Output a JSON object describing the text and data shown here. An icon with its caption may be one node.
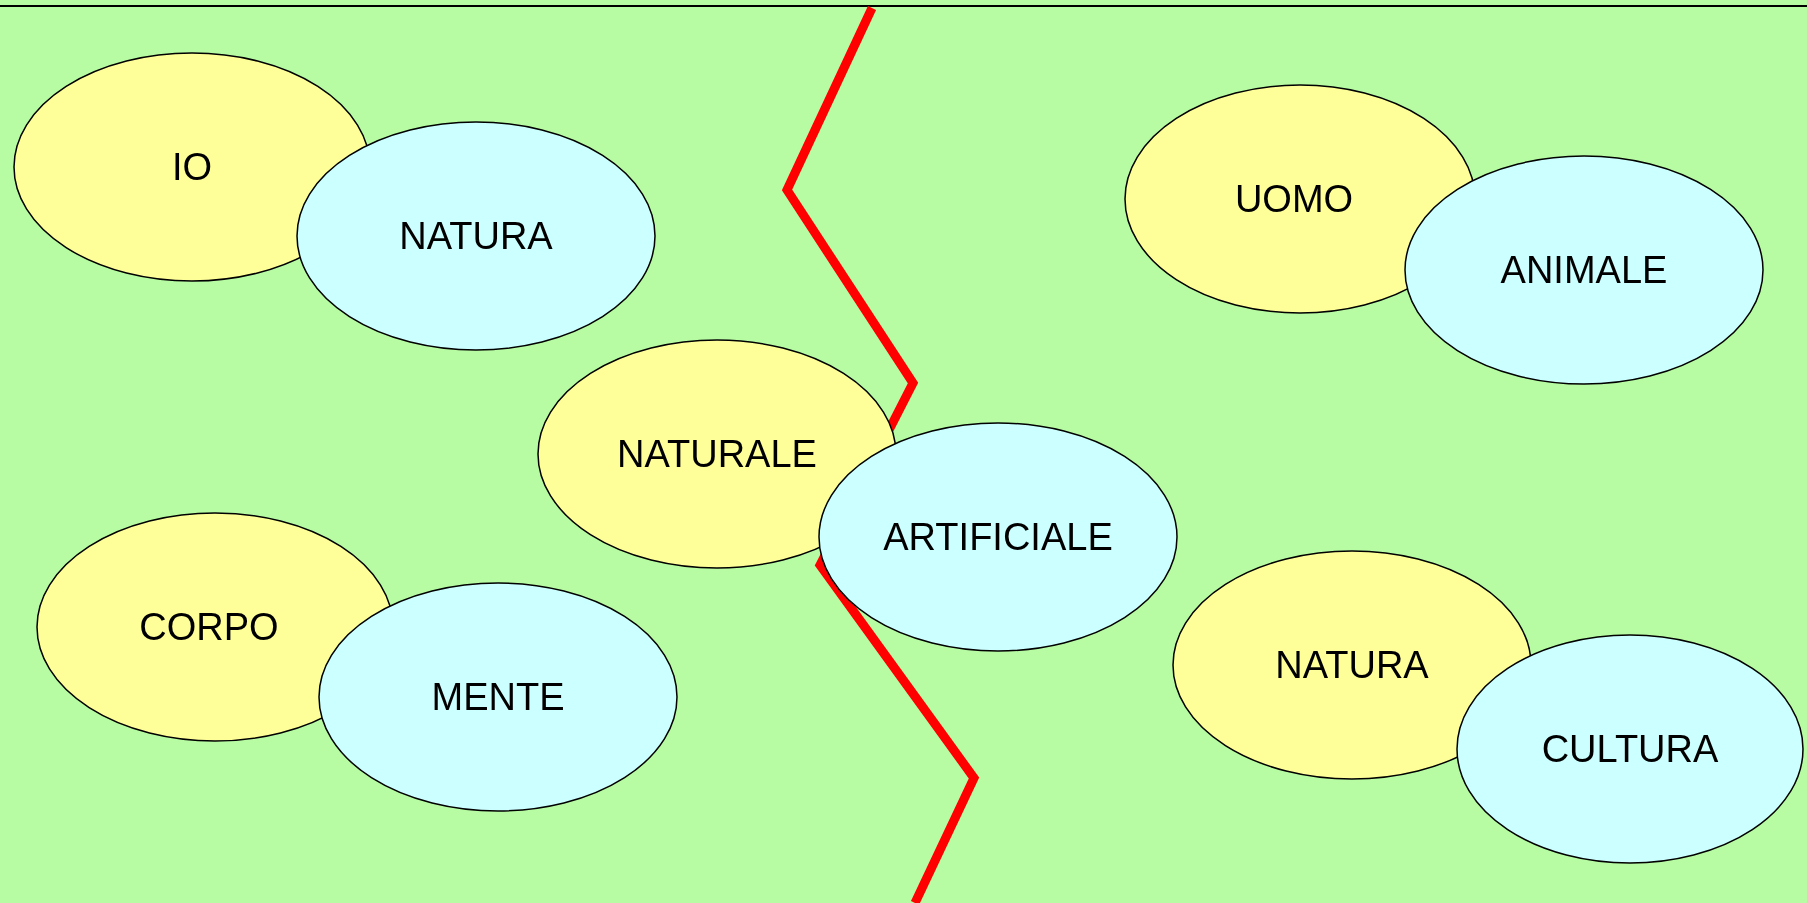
{
  "diagram": {
    "nodes": [
      {
        "text": [
          "IO"
        ]
      },
      {
        "text": [
          "NATURA"
        ]
      },
      {
        "text": [
          "UOMO"
        ]
      },
      {
        "text": [
          "ANIMALE"
        ]
      },
      {
        "text": [
          "NATURALE"
        ]
      },
      {
        "text": [
          "ARTIFICIALE"
        ]
      },
      {
        "text": [
          "CORPO"
        ]
      },
      {
        "text": [
          "MENTE"
        ]
      },
      {
        "text": [
          "NATURA"
        ]
      },
      {
        "text": [
          "CULTURA"
        ]
      }
    ]
  }
}
